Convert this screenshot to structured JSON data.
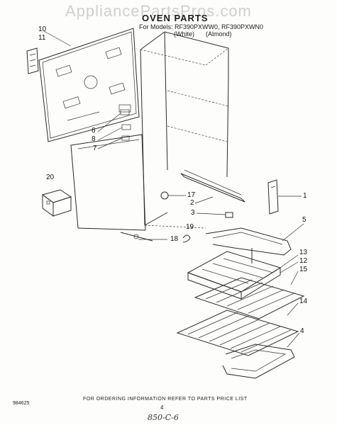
{
  "watermark": "AppliancePartsPros.com",
  "header": {
    "title": "OVEN PARTS",
    "models_line": "For Models: RF390PXWW0, RF390PXWN0",
    "variant_white": "(White)",
    "variant_almond": "(Almond)"
  },
  "callouts": [
    {
      "id": "10",
      "label": "10"
    },
    {
      "id": "11",
      "label": "11"
    },
    {
      "id": "6",
      "label": "6"
    },
    {
      "id": "8",
      "label": "8"
    },
    {
      "id": "7",
      "label": "7"
    },
    {
      "id": "20",
      "label": "20"
    },
    {
      "id": "1",
      "label": "1"
    },
    {
      "id": "17",
      "label": "17"
    },
    {
      "id": "2",
      "label": "2"
    },
    {
      "id": "3",
      "label": "3"
    },
    {
      "id": "19",
      "label": "19"
    },
    {
      "id": "18",
      "label": "18"
    },
    {
      "id": "5",
      "label": "5"
    },
    {
      "id": "13",
      "label": "13"
    },
    {
      "id": "12",
      "label": "12"
    },
    {
      "id": "15",
      "label": "15"
    },
    {
      "id": "14",
      "label": "14"
    },
    {
      "id": "4",
      "label": "4"
    }
  ],
  "footer": {
    "instructions": "FOR ORDERING INFORMATION REFER TO PARTS PRICE LIST",
    "doc_code": "984625",
    "page_number": "4",
    "handwritten_note": "850-C-6"
  },
  "colors": {
    "line": "#2a2a2a",
    "background": "#fdfdfb",
    "watermark": "#969696"
  }
}
